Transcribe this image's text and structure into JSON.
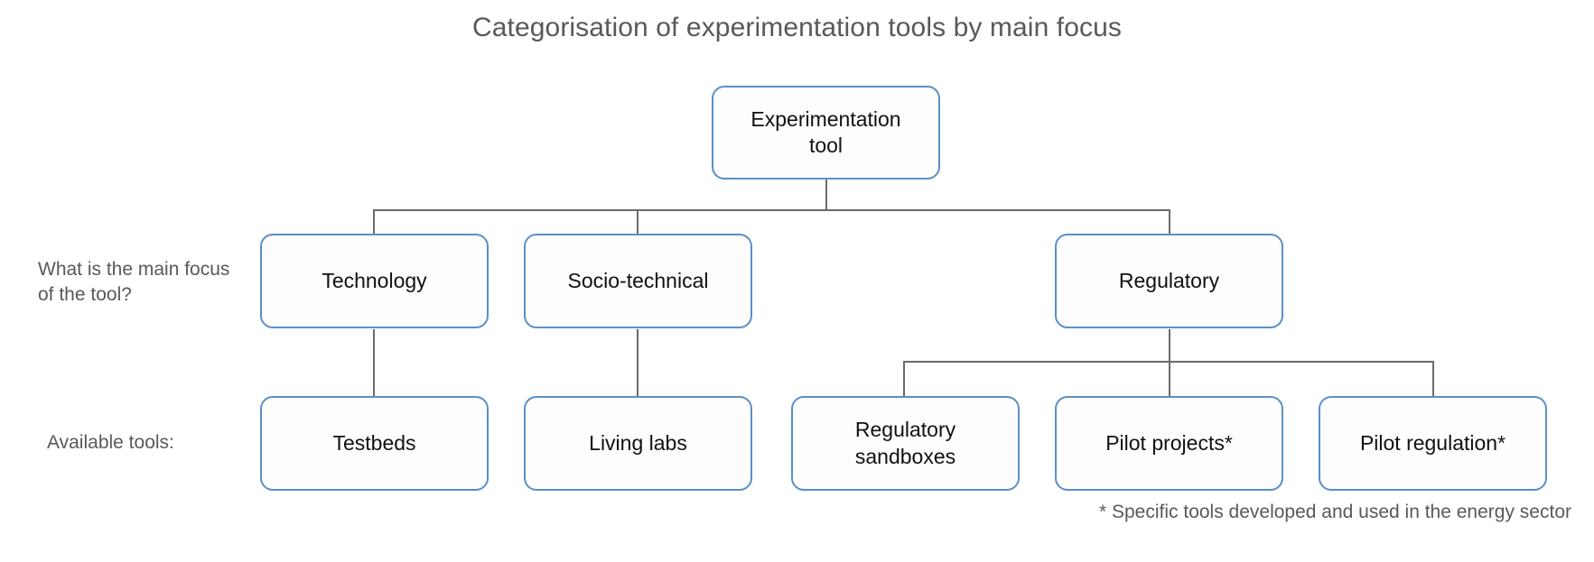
{
  "title": "Categorisation of experimentation tools by main focus",
  "row_labels": {
    "focus": "What is the main focus of the tool?",
    "tools": "Available tools:"
  },
  "footnote": "* Specific tools developed and used in the energy sector",
  "nodes": {
    "root": "Experimentation tool",
    "root_line1": "Experimentation",
    "root_line2": "tool",
    "technology": "Technology",
    "socio_technical": "Socio-technical",
    "regulatory": "Regulatory",
    "testbeds": "Testbeds",
    "living_labs": "Living labs",
    "regulatory_sandboxes_line1": "Regulatory",
    "regulatory_sandboxes_line2": "sandboxes",
    "pilot_projects": "Pilot projects*",
    "pilot_regulation": "Pilot regulation*"
  },
  "colors": {
    "node_border": "#5b8fc7",
    "node_fill": "#fdfdfd",
    "connector": "#6b6b6b",
    "text": "#111111",
    "label_text": "#595959",
    "background": "#ffffff"
  },
  "diagram_data": {
    "type": "tree",
    "levels": [
      {
        "name": "root",
        "label": "",
        "nodes": [
          "Experimentation tool"
        ]
      },
      {
        "name": "main-focus",
        "label": "What is the main focus of the tool?",
        "nodes": [
          "Technology",
          "Socio-technical",
          "Regulatory"
        ]
      },
      {
        "name": "available-tools",
        "label": "Available tools:",
        "nodes": [
          "Testbeds",
          "Living labs",
          "Regulatory sandboxes",
          "Pilot projects*",
          "Pilot regulation*"
        ]
      }
    ],
    "edges": [
      {
        "from": "Experimentation tool",
        "to": "Technology"
      },
      {
        "from": "Experimentation tool",
        "to": "Socio-technical"
      },
      {
        "from": "Experimentation tool",
        "to": "Regulatory"
      },
      {
        "from": "Technology",
        "to": "Testbeds"
      },
      {
        "from": "Socio-technical",
        "to": "Living labs"
      },
      {
        "from": "Regulatory",
        "to": "Regulatory sandboxes"
      },
      {
        "from": "Regulatory",
        "to": "Pilot projects*"
      },
      {
        "from": "Regulatory",
        "to": "Pilot regulation*"
      }
    ]
  }
}
